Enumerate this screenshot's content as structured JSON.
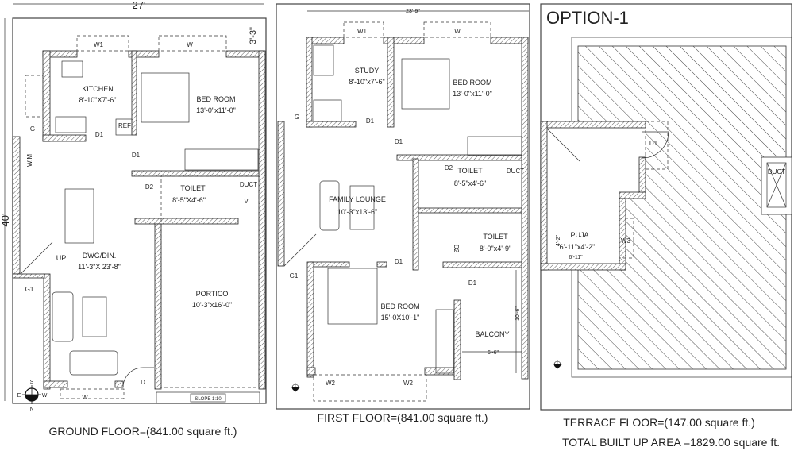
{
  "ground_floor": {
    "overall_width": "27'",
    "overall_depth": "40'",
    "setback": "3'-3\"",
    "rooms": [
      {
        "name": "KITCHEN",
        "size": "8'-10\"X7'-6\""
      },
      {
        "name": "BED ROOM",
        "size": "13'-0\"x11'-0\""
      },
      {
        "name": "TOILET",
        "size": "8'-5\"X4'-6\""
      },
      {
        "name": "DWG/DIN.",
        "size": "11'-3\"X 23'-8\""
      },
      {
        "name": "PORTICO",
        "size": "10'-3\"x16'-0\""
      }
    ],
    "tags": {
      "w1": "W1",
      "w": "W",
      "w_bottom": "W",
      "g": "G",
      "g1": "G1",
      "d1a": "D1",
      "d1b": "D1",
      "d2": "D2",
      "d": "D",
      "ref": "REF",
      "wm": "W.M",
      "duct": "DUCT",
      "v": "V",
      "up": "UP",
      "slope": "SLOPE 1:10"
    },
    "compass": {
      "s": "S",
      "e": "E",
      "w": "W",
      "n": "N"
    },
    "caption": "GROUND FLOOR=(841.00 square ft.)"
  },
  "first_floor": {
    "overall_width": "23'-9\"",
    "rooms": [
      {
        "name": "STUDY",
        "size": "8'-10\"x7'-6\""
      },
      {
        "name": "BED ROOM",
        "size": "13'-0\"x11'-0\""
      },
      {
        "name": "FAMILY LOUNGE",
        "size": "10'-3\"x13'-6\""
      },
      {
        "name": "TOILET",
        "size": "8'-5\"x4'-6\""
      },
      {
        "name": "TOILET",
        "size": "8'-0\"x4'-9\""
      },
      {
        "name": "BED ROOM",
        "size": "15'-0X10'-1\""
      },
      {
        "name": "BALCONY",
        "size": ""
      }
    ],
    "balcony_dims": {
      "depth": "10'-6\"",
      "width": "6'-6\""
    },
    "tags": {
      "w1": "W1",
      "w": "W",
      "g": "G",
      "g1": "G1",
      "d1a": "D1",
      "d1b": "D1",
      "d1c": "D1",
      "d1d": "D1",
      "d2a": "D2",
      "d2b": "D2",
      "duct": "DUCT",
      "w2a": "W2",
      "w2b": "W2"
    },
    "caption": "FIRST FLOOR=(841.00 square ft.)"
  },
  "terrace_floor": {
    "option": "OPTION-1",
    "rooms": [
      {
        "name": "PUJA",
        "size": "6'-11\"x4'-2\""
      }
    ],
    "puja_dims": {
      "width": "6'-11\"",
      "depth": "4'-2\""
    },
    "tags": {
      "d1": "D1",
      "w3": "W3",
      "duct": "DUCT"
    },
    "caption": "TERRACE FLOOR=(147.00 square ft.)",
    "total": "TOTAL BUILT UP AREA =1829.00 square ft."
  }
}
